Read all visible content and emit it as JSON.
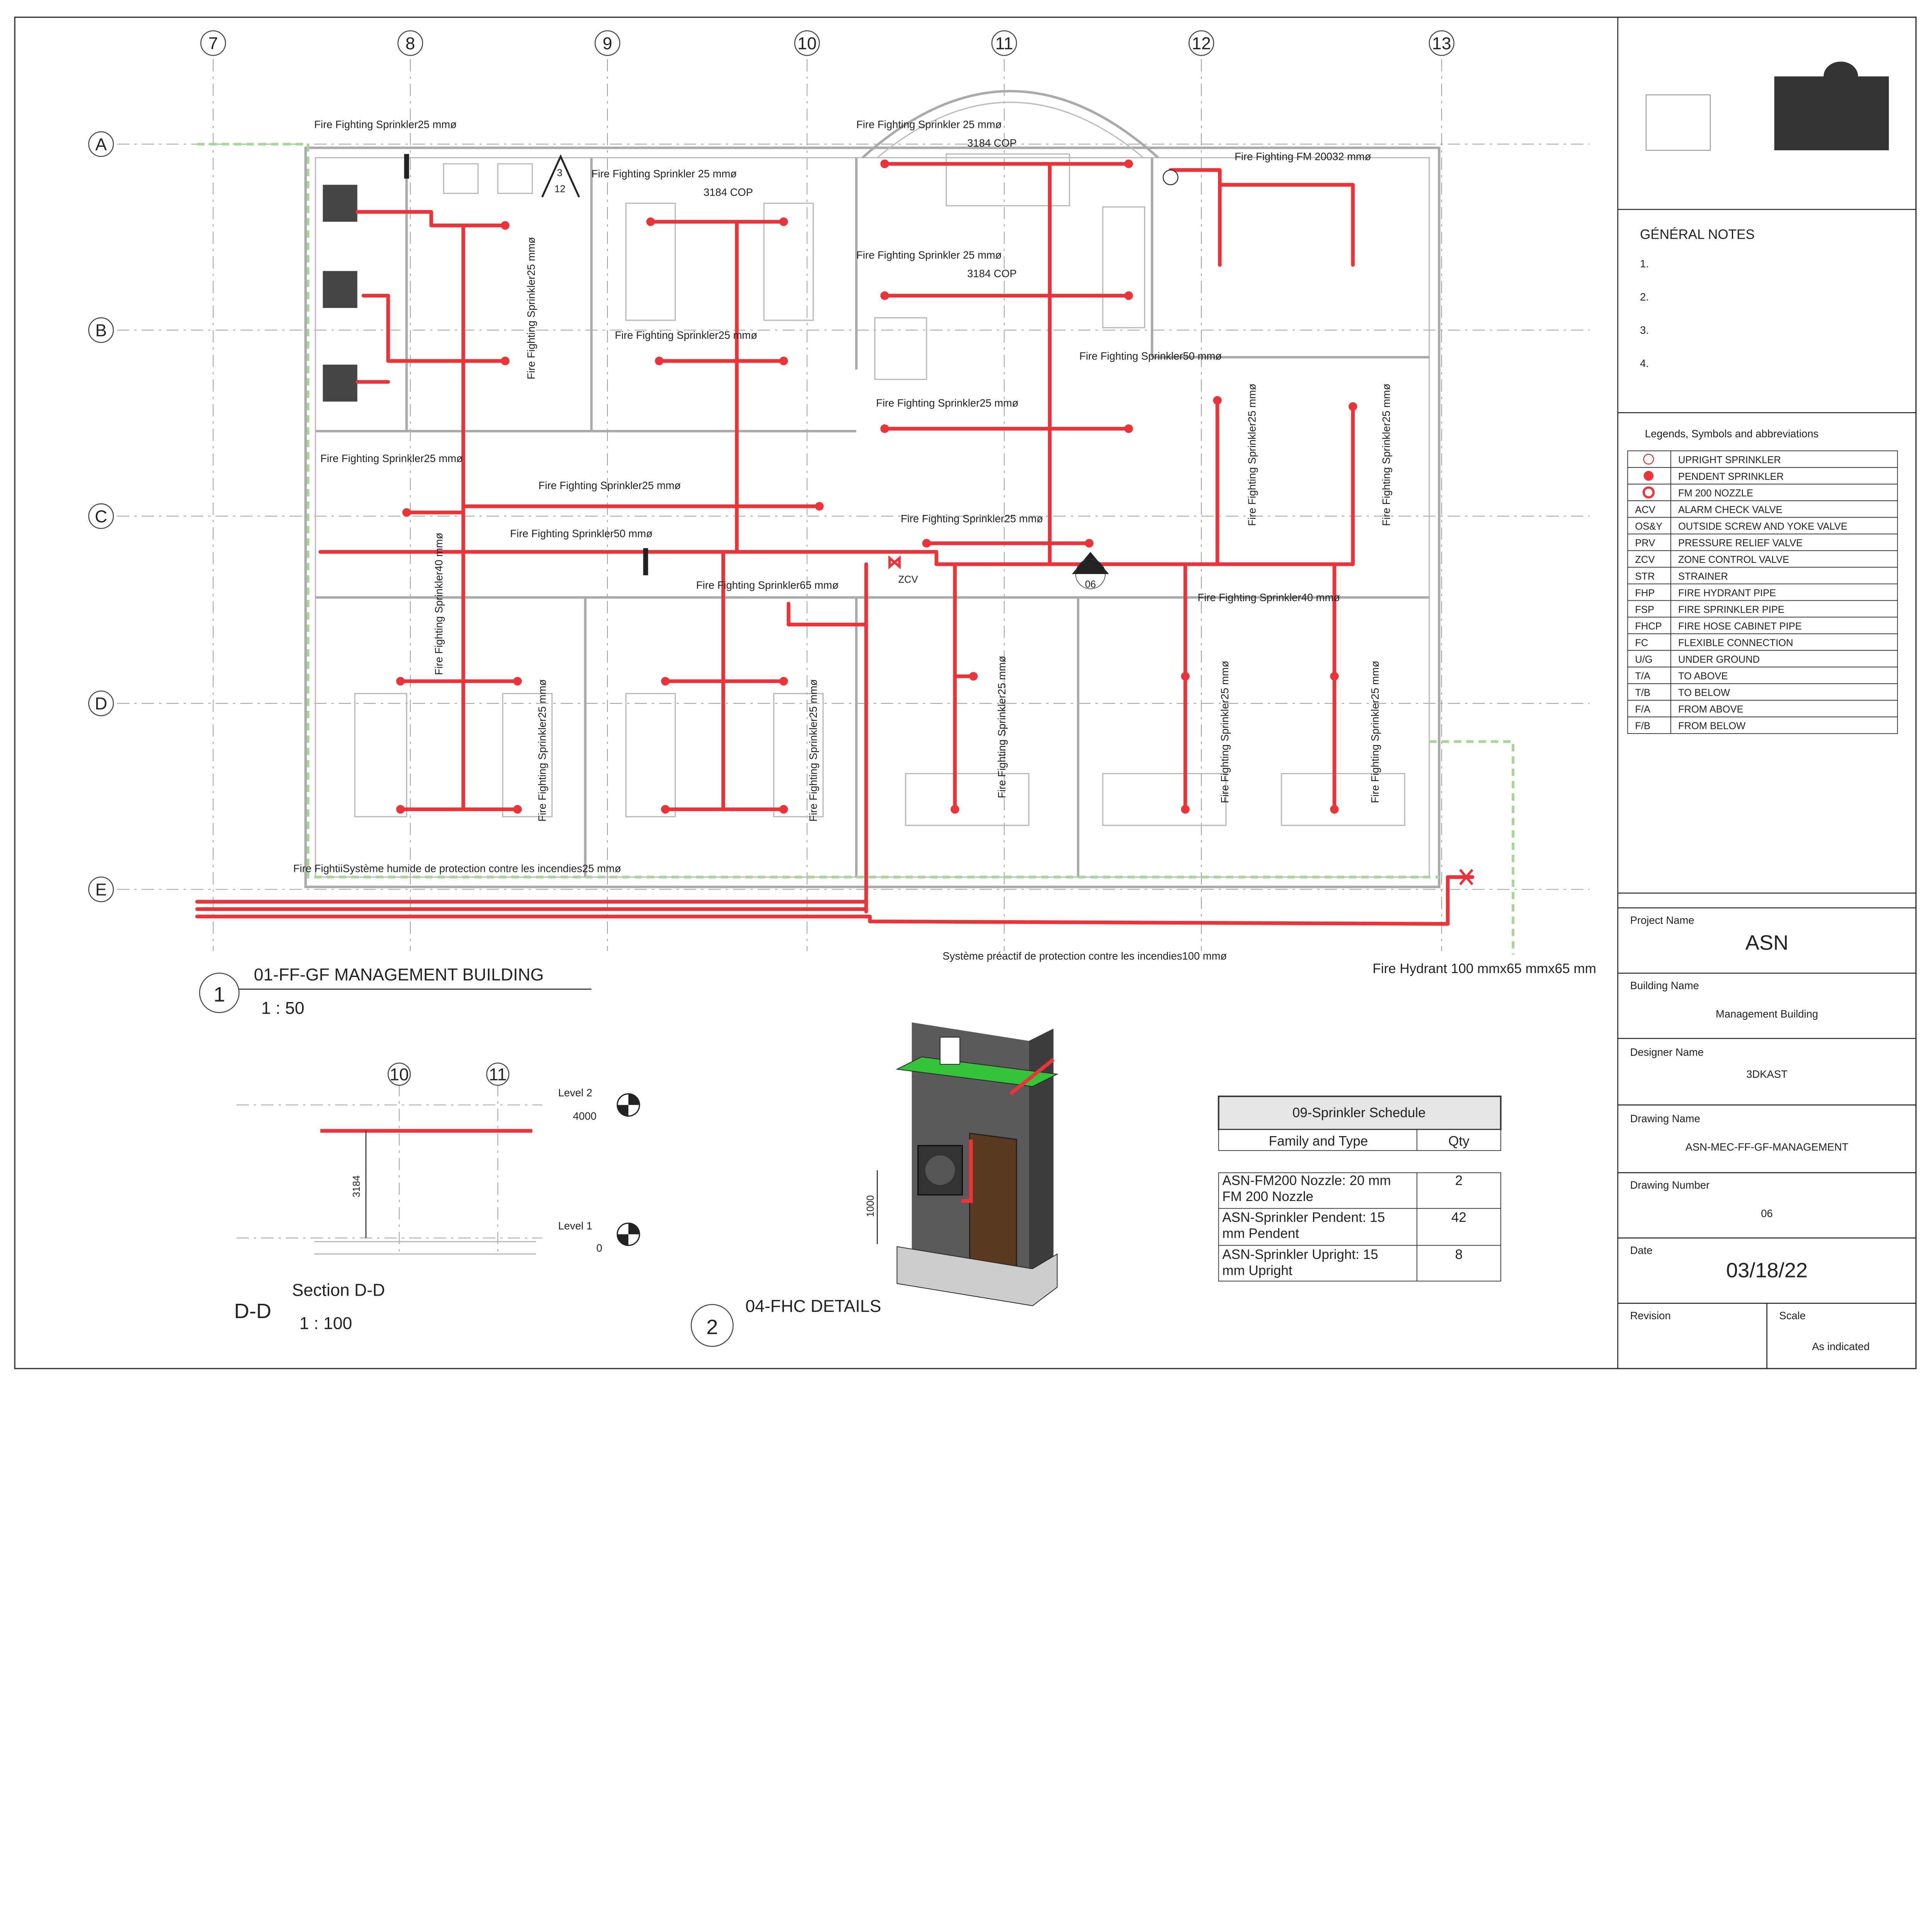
{
  "grid": {
    "columns": [
      "7",
      "8",
      "9",
      "10",
      "11",
      "12",
      "13"
    ],
    "rows": [
      "A",
      "B",
      "C",
      "D",
      "E"
    ]
  },
  "plan_labels": [
    "Fire Fighting Sprinkler25 mmø",
    "Fire Fighting Sprinkler 25 mmø",
    "3184 COP",
    "Fire Fighting FM 20032 mmø",
    "Fire Fighting Sprinkler 25 mmø",
    "3184 COP",
    "Fire Fighting Sprinkler 25 mmø",
    "3184 COP",
    "Fire Fighting Sprinkler25 mmø",
    "Fire Fighting Sprinkler50 mmø",
    "Fire Fighting Sprinkler25 mmø",
    "Fire Fighting Sprinkler25 mmø",
    "Fire Fighting Sprinkler25 mmø",
    "Fire Fighting Sprinkler25 mmø",
    "Fire Fighting Sprinkler50 mmø",
    "Fire Fighting Sprinkler65 mmø",
    "ZCV",
    "Fire Fighting Sprinkler40 mmø",
    "Fire FightiiSystème humide de protection contre les incendies25 mmø",
    "Système préactif de protection contre les incendies100 mmø",
    "Fire Hydrant 100 mmx65 mmx65 mm"
  ],
  "vertical_labels": [
    "Fire Fighting Sprinkler25 mmø",
    "Fire Fighting Sprinkler40 mmø",
    "Fire Fighting Sprinkler25 mmø",
    "Fire Fighting Sprinkler25 mmø",
    "Fire Fighting Sprinkler25 mmø",
    "Fire Fighting Sprinkler25 mmø",
    "Fire Fighting Sprinkler25 mmø",
    "Fire Fighting Sprinkler25 mmø",
    "Fire Fighting Sprinkler25 mmø"
  ],
  "section_marker": {
    "name": "D-D",
    "sheet": "06"
  },
  "stair_marker": {
    "top": "3",
    "bottom": "12"
  },
  "views": {
    "plan": {
      "number": "1",
      "title": "01-FF-GF MANAGEMENT BUILDING",
      "scale": "1 : 50"
    },
    "section": {
      "number": "D-D",
      "title": "Section D-D",
      "scale": "1 : 100",
      "grid": [
        "10",
        "11"
      ],
      "level2": "Level 2",
      "level2_value": "4000",
      "level1": "Level 1",
      "level1_value": "0",
      "dimension": "3184"
    },
    "fhc": {
      "number": "2",
      "title": "04-FHC DETAILS",
      "dimension": "1000"
    }
  },
  "schedule": {
    "title": "09-Sprinkler Schedule",
    "headers": [
      "Family and Type",
      "Qty"
    ],
    "rows": [
      {
        "type_line1": "ASN-FM200 Nozzle: 20 mm",
        "type_line2": "FM 200 Nozzle",
        "qty": "2"
      },
      {
        "type_line1": "ASN-Sprinkler Pendent: 15",
        "type_line2": "mm Pendent",
        "qty": "42"
      },
      {
        "type_line1": "ASN-Sprinkler Upright: 15",
        "type_line2": "mm Upright",
        "qty": "8"
      }
    ]
  },
  "title_block": {
    "general_notes_title": "GÉNÉRAL NOTES",
    "notes": [
      "1.",
      "2.",
      "3.",
      "4."
    ],
    "legend_title": "Legends, Symbols and abbreviations",
    "legend": [
      {
        "symbol": "upright-sprinkler-icon",
        "label": "UPRIGHT SPRINKLER"
      },
      {
        "symbol": "pendent-sprinkler-icon",
        "label": "PENDENT SPRINKLER"
      },
      {
        "symbol": "fm200-nozzle-icon",
        "label": "FM 200 NOZZLE"
      },
      {
        "abbr": "ACV",
        "label": "ALARM CHECK VALVE"
      },
      {
        "abbr": "OS&Y",
        "label": "OUTSIDE SCREW AND YOKE VALVE"
      },
      {
        "abbr": "PRV",
        "label": "PRESSURE RELIEF VALVE"
      },
      {
        "abbr": "ZCV",
        "label": "ZONE CONTROL VALVE"
      },
      {
        "abbr": "STR",
        "label": "STRAINER"
      },
      {
        "abbr": "FHP",
        "label": "FIRE HYDRANT PIPE"
      },
      {
        "abbr": "FSP",
        "label": "FIRE SPRINKLER PIPE"
      },
      {
        "abbr": "FHCP",
        "label": "FIRE HOSE CABINET PIPE"
      },
      {
        "abbr": "FC",
        "label": "FLEXIBLE CONNECTION"
      },
      {
        "abbr": "U/G",
        "label": "UNDER GROUND"
      },
      {
        "abbr": "T/A",
        "label": "TO ABOVE"
      },
      {
        "abbr": "T/B",
        "label": "TO BELOW"
      },
      {
        "abbr": "F/A",
        "label": "FROM ABOVE"
      },
      {
        "abbr": "F/B",
        "label": "FROM BELOW"
      }
    ],
    "project_name_label": "Project Name",
    "project_name": "ASN",
    "building_name_label": "Building Name",
    "building_name": "Management Building",
    "designer_name_label": "Designer Name",
    "designer_name": "3DKAST",
    "drawing_name_label": "Drawing Name",
    "drawing_name": "ASN-MEC-FF-GF-MANAGEMENT",
    "drawing_number_label": "Drawing Number",
    "drawing_number": "06",
    "date_label": "Date",
    "date": "03/18/22",
    "revision_label": "Revision",
    "revision": "",
    "scale_label": "Scale",
    "scale": "As indicated"
  },
  "colors": {
    "pipe": "#ee3338",
    "wall": "#aaaaaa",
    "boundary": "#a6d895",
    "ink": "#222222"
  }
}
